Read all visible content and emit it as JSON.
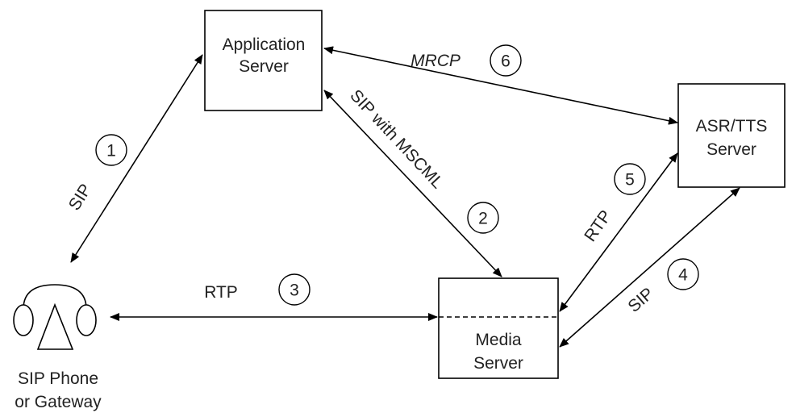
{
  "nodes": {
    "application_server": {
      "line1": "Application",
      "line2": "Server"
    },
    "asr_tts_server": {
      "line1": "ASR/TTS",
      "line2": "Server"
    },
    "media_server": {
      "line1": "Media",
      "line2": "Server"
    },
    "sip_phone": {
      "line1": "SIP Phone",
      "line2": "or Gateway"
    }
  },
  "links": {
    "phone_to_app": {
      "label": "SIP",
      "step": "1"
    },
    "app_to_media": {
      "label": "SIP with MSCML",
      "step": "2"
    },
    "phone_to_media": {
      "label": "RTP",
      "step": "3"
    },
    "media_to_asr_sip": {
      "label": "SIP",
      "step": "4"
    },
    "media_to_asr_rtp": {
      "label": "RTP",
      "step": "5"
    },
    "app_to_asr": {
      "label": "MRCP",
      "step": "6"
    }
  }
}
